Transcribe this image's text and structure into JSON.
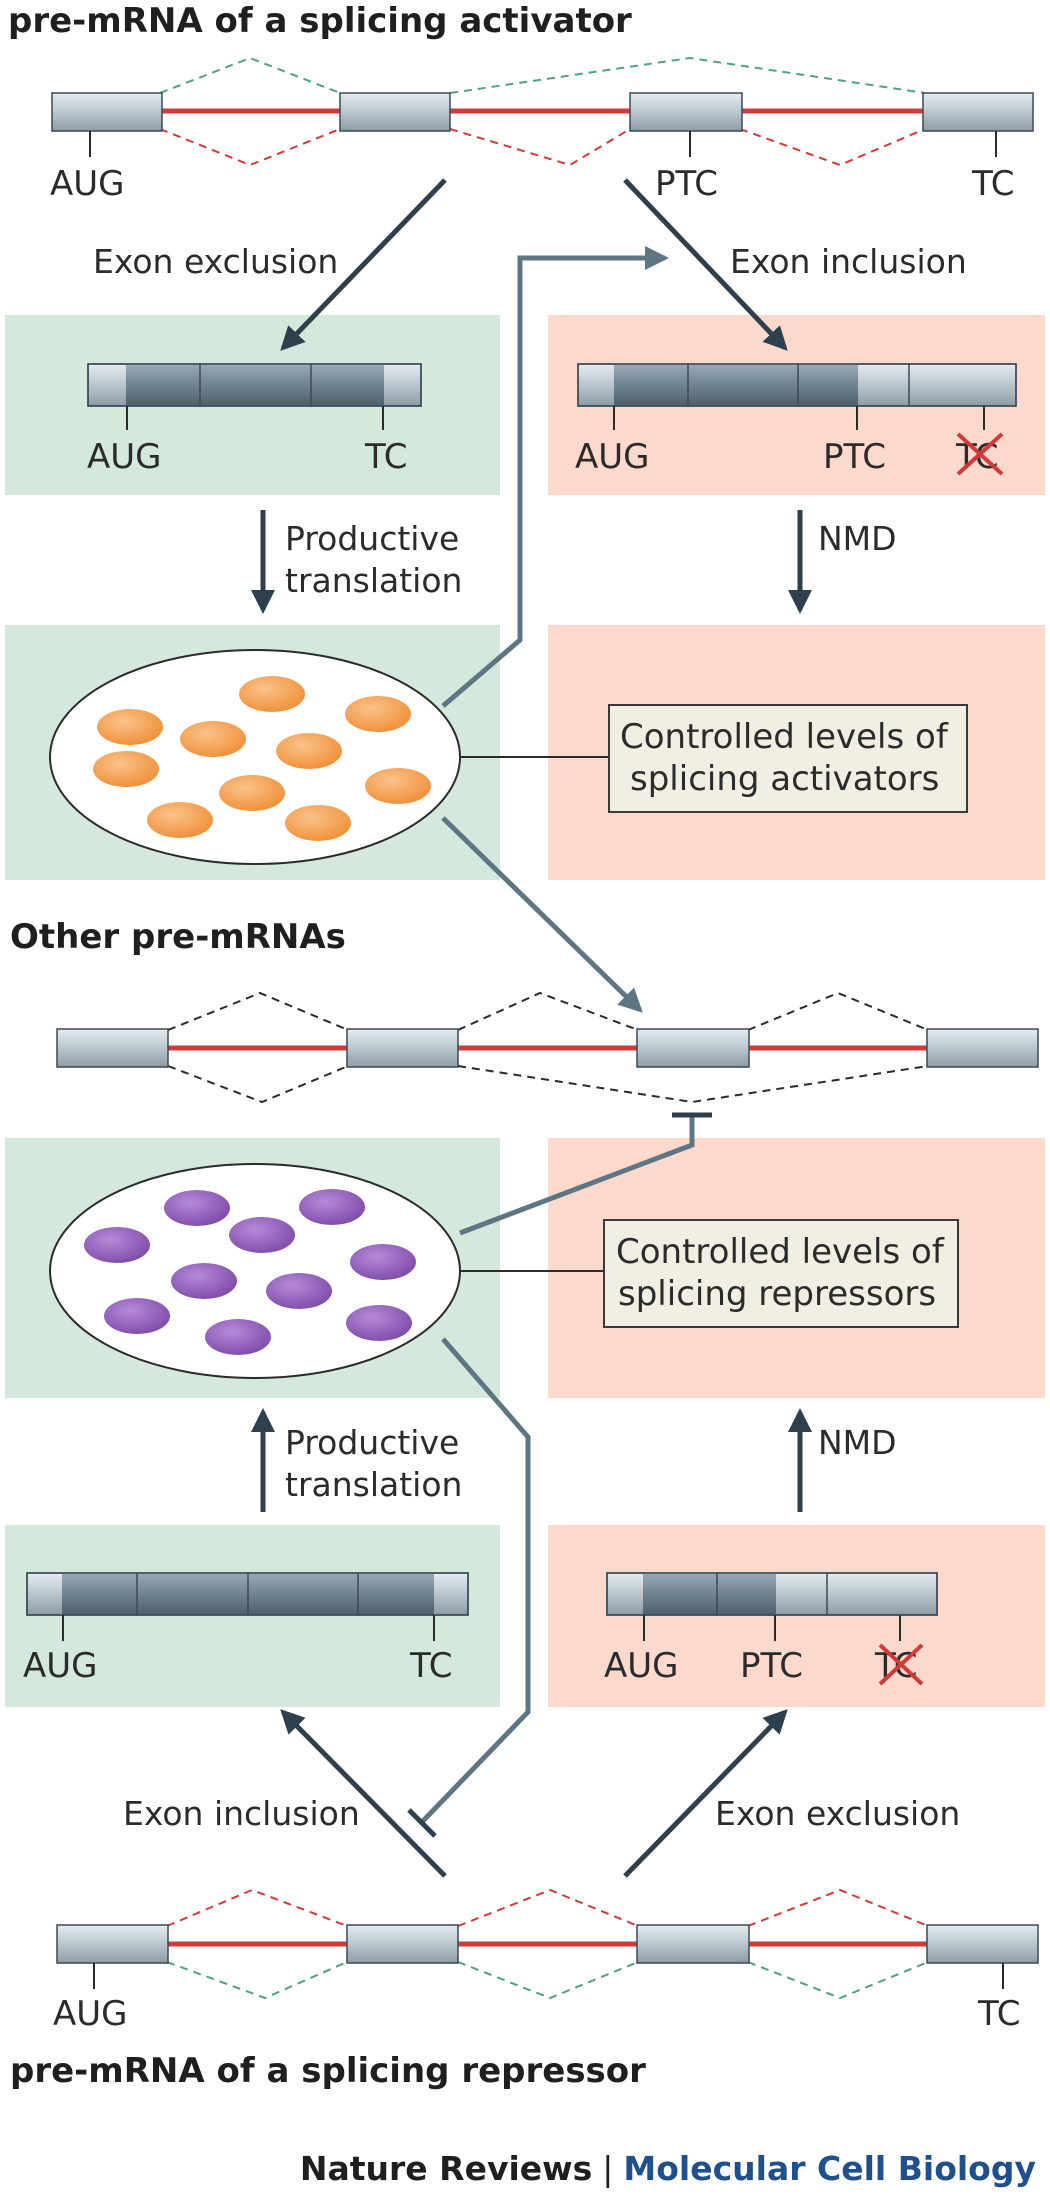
{
  "headings": {
    "activator_premrna": "pre-mRNA of a splicing activator",
    "other_premrnas": "Other pre-mRNAs",
    "repressor_premrna": "pre-mRNA of a splicing repressor"
  },
  "labels": {
    "aug": "AUG",
    "ptc": "PTC",
    "tc": "TC",
    "exon_exclusion": "Exon exclusion",
    "exon_inclusion": "Exon inclusion",
    "productive": "Productive",
    "translation": "translation",
    "nmd": "NMD"
  },
  "boxes": {
    "activators_line1": "Controlled levels of",
    "activators_line2": "splicing activators",
    "repressors_line1": "Controlled levels of",
    "repressors_line2": "splicing repressors"
  },
  "credit": {
    "journal": "Nature Reviews",
    "separator": "|",
    "section": "Molecular Cell Biology"
  },
  "colors": {
    "green_panel": "#d4e9dc",
    "pink_panel": "#fbd9cc",
    "intron_red": "#d23a3a",
    "green_dash": "#4fa183",
    "arrow_slate": "#2e3f4d",
    "arrow_light": "#5e7683",
    "activator_protein": "#f0953e",
    "repressor_protein": "#8c5ab8",
    "section_blue": "#1f4f8c"
  }
}
